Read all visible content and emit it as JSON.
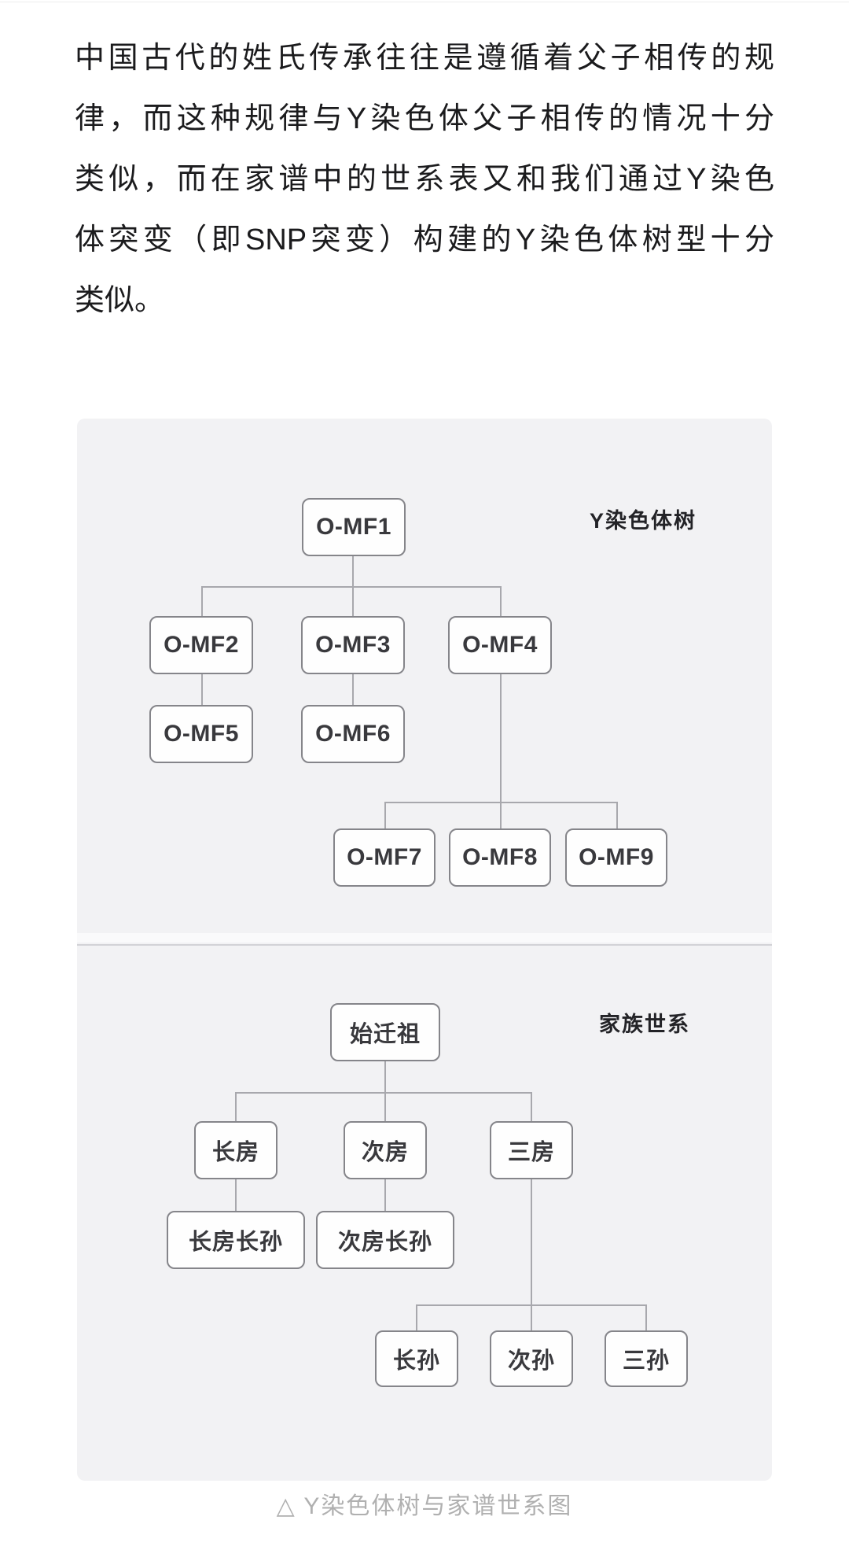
{
  "paragraph": {
    "lines": [
      "中国古代的姓氏传承往往是遵循着父子相传的规",
      "律，而这种规律与Y染色体父子相传的情况十分",
      "类似，而在家谱中的世系表又和我们通过Y染色",
      "体突变（即SNP突变）构建的Y染色体树型十分",
      "类似。"
    ]
  },
  "figure": {
    "colors": {
      "panel_bg": "#f2f2f4",
      "node_bg": "#fefefe",
      "node_border": "#85858a",
      "node_text": "#39393d",
      "edge_line": "#a8a8ad",
      "title_text": "#232327",
      "caption_text": "#b0b0b0"
    },
    "y_tree": {
      "title": "Y染色体树",
      "nodes": [
        {
          "label": "O-MF1"
        },
        {
          "label": "O-MF2"
        },
        {
          "label": "O-MF3"
        },
        {
          "label": "O-MF4"
        },
        {
          "label": "O-MF5"
        },
        {
          "label": "O-MF6"
        },
        {
          "label": "O-MF7"
        },
        {
          "label": "O-MF8"
        },
        {
          "label": "O-MF9"
        }
      ],
      "edges": [
        [
          "O-MF1",
          "O-MF2"
        ],
        [
          "O-MF1",
          "O-MF3"
        ],
        [
          "O-MF1",
          "O-MF4"
        ],
        [
          "O-MF2",
          "O-MF5"
        ],
        [
          "O-MF3",
          "O-MF6"
        ],
        [
          "O-MF4",
          "O-MF7"
        ],
        [
          "O-MF4",
          "O-MF8"
        ],
        [
          "O-MF4",
          "O-MF9"
        ]
      ]
    },
    "family_tree": {
      "title": "家族世系",
      "nodes": [
        {
          "label": "始迁祖"
        },
        {
          "label": "长房"
        },
        {
          "label": "次房"
        },
        {
          "label": "三房"
        },
        {
          "label": "长房长孙"
        },
        {
          "label": "次房长孙"
        },
        {
          "label": "长孙"
        },
        {
          "label": "次孙"
        },
        {
          "label": "三孙"
        }
      ],
      "edges": [
        [
          "始迁祖",
          "长房"
        ],
        [
          "始迁祖",
          "次房"
        ],
        [
          "始迁祖",
          "三房"
        ],
        [
          "长房",
          "长房长孙"
        ],
        [
          "次房",
          "次房长孙"
        ],
        [
          "三房",
          "长孙"
        ],
        [
          "三房",
          "次孙"
        ],
        [
          "三房",
          "三孙"
        ]
      ]
    },
    "caption": "△ Y染色体树与家谱世系图"
  }
}
